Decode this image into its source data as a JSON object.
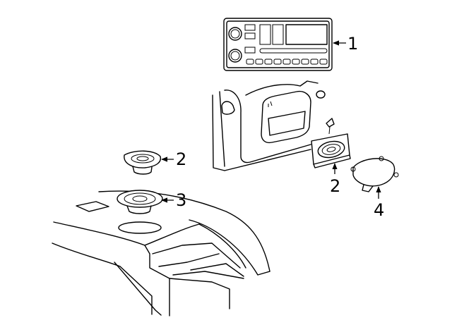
{
  "callouts": {
    "radio": "1",
    "front_door_speaker": "2",
    "rear_shelf_tweeter": "2",
    "rear_shelf_speaker": "3",
    "speaker_cover": "4"
  }
}
